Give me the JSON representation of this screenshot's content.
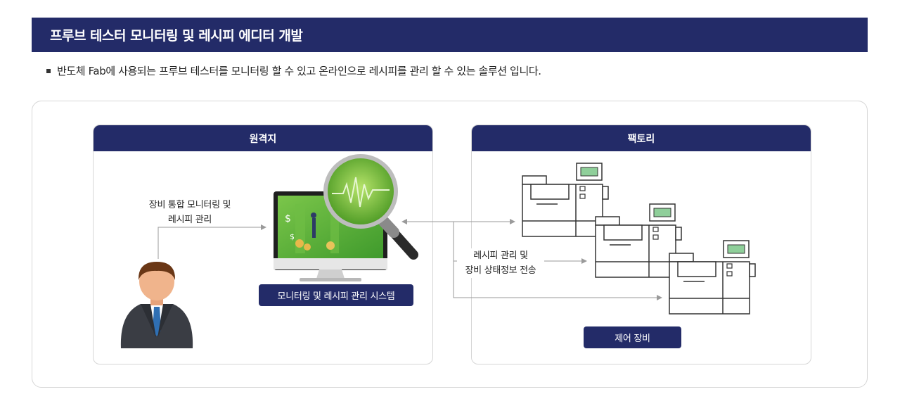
{
  "header": {
    "title": "프루브 테스터 모니터링 및 레시피 에디터 개발"
  },
  "description": "반도체 Fab에 사용되는 프루브 테스터를 모니터링 할 수 있고 온라인으로 레시피를 관리 할 수 있는 솔루션 입니다.",
  "remote": {
    "title": "원격지",
    "monitor_label_line1": "장비 통합 모니터링 및",
    "monitor_label_line2": "레시피 관리",
    "system_label": "모니터링 및 레시피 관리 시스템"
  },
  "factory": {
    "title": "팩토리",
    "transfer_label_line1": "레시피 관리 및",
    "transfer_label_line2": "장비 상태정보 전송",
    "equipment_label": "제어 장비"
  },
  "colors": {
    "navy": "#232b68",
    "screen_green": "#5fb63a",
    "panel_green": "#8fcf9a",
    "border": "#d6d6d6"
  },
  "icons": [
    "user-avatar-icon",
    "monitor-icon",
    "magnifier-icon",
    "machine-icon"
  ]
}
